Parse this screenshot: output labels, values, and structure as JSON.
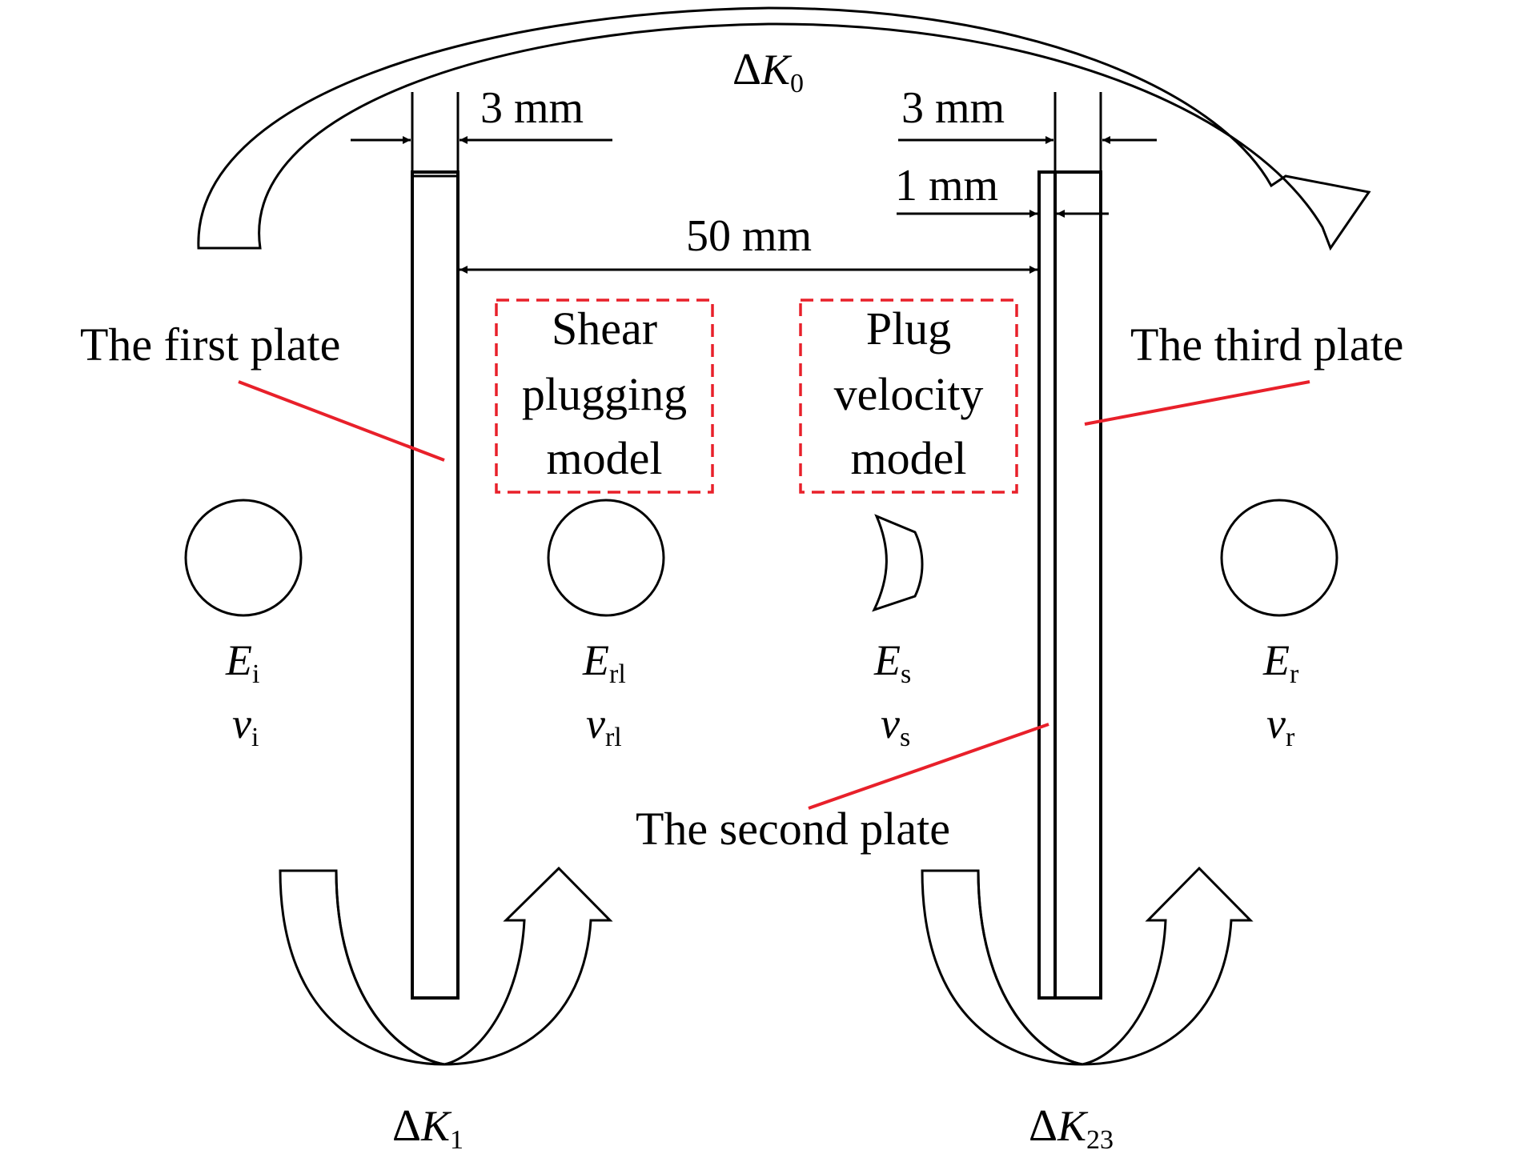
{
  "colors": {
    "stroke": "#000000",
    "callout": "#e8202a",
    "background": "#ffffff"
  },
  "energy_labels": {
    "top": {
      "delta": "Δ",
      "letter": "K",
      "sub": "0"
    },
    "left_bottom": {
      "delta": "Δ",
      "letter": "K",
      "sub": "1"
    },
    "right_bottom": {
      "delta": "Δ",
      "letter": "K",
      "sub": "23"
    }
  },
  "dimensions": {
    "left_thickness": "3 mm",
    "right_thickness": "3 mm",
    "second_plate_thickness": "1 mm",
    "spacing": "50 mm"
  },
  "plate_labels": {
    "first": "The first plate",
    "second": "The second plate",
    "third": "The third plate"
  },
  "model_boxes": {
    "shear": [
      "Shear",
      "plugging",
      "model"
    ],
    "plug": [
      "Plug",
      "velocity",
      "model"
    ]
  },
  "states": [
    {
      "icon": "sphere-icon",
      "energy": {
        "letter": "E",
        "sub": "i"
      },
      "velocity": {
        "letter": "v",
        "sub": "i"
      }
    },
    {
      "icon": "sphere-icon",
      "energy": {
        "letter": "E",
        "sub": "rl"
      },
      "velocity": {
        "letter": "v",
        "sub": "rl"
      }
    },
    {
      "icon": "plug-icon",
      "energy": {
        "letter": "E",
        "sub": "s"
      },
      "velocity": {
        "letter": "v",
        "sub": "s"
      }
    },
    {
      "icon": "sphere-icon",
      "energy": {
        "letter": "E",
        "sub": "r"
      },
      "velocity": {
        "letter": "v",
        "sub": "r"
      }
    }
  ]
}
